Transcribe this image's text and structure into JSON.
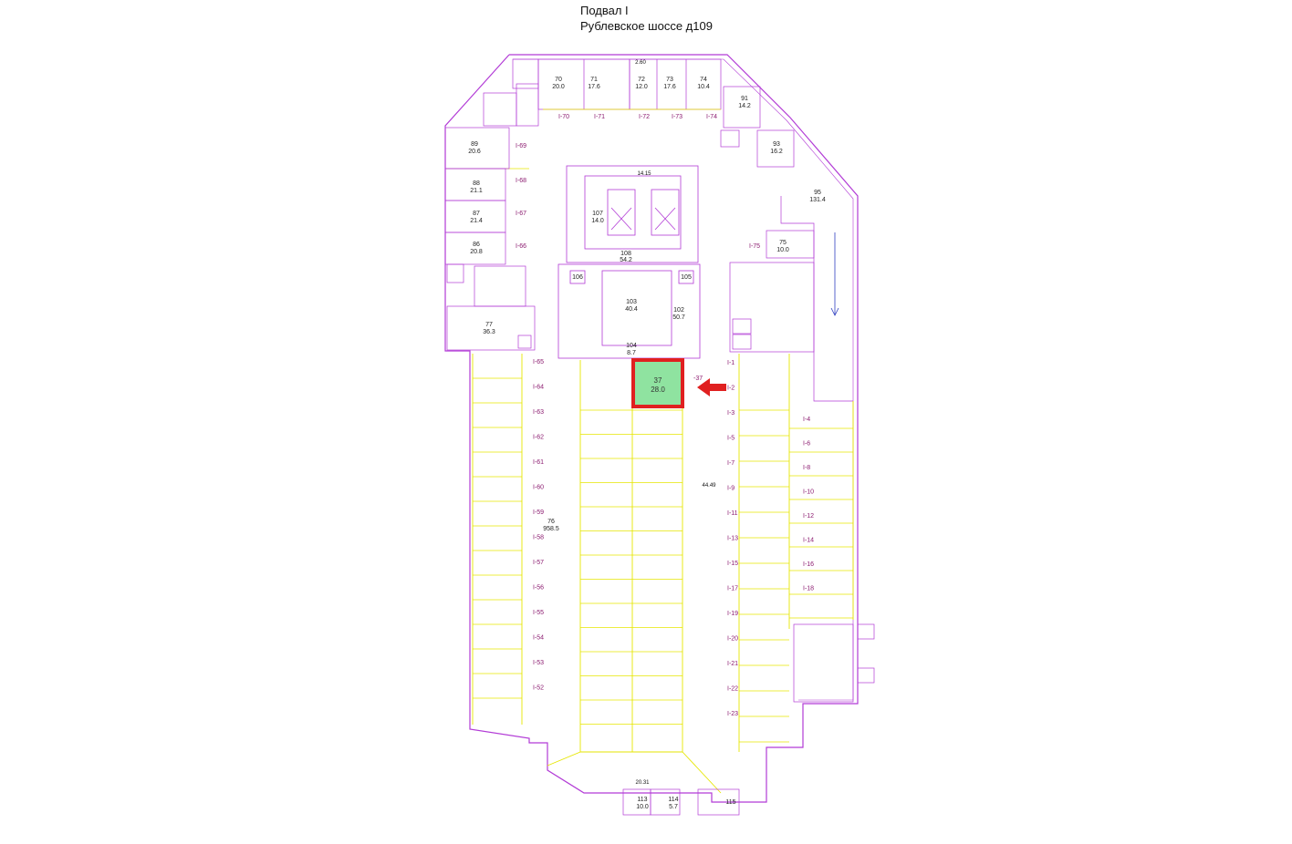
{
  "header": {
    "title": "Подвал I",
    "address": "Рублевское шоссе д109"
  },
  "colors": {
    "wall": "#b23bd6",
    "grid": "#e6e600",
    "highlight_fill": "#8fe3a0",
    "highlight_border": "#e02020",
    "arrow": "#e02020",
    "text": "#222222"
  },
  "highlight": {
    "number": "37",
    "area": "28.0"
  },
  "core": {
    "r107": {
      "number": "107",
      "area": "14.0"
    },
    "r108": {
      "number": "108",
      "area": "54.2"
    },
    "r103": {
      "number": "103",
      "area": "40.4"
    },
    "r104": {
      "number": "104",
      "area": "8.7"
    },
    "r102": {
      "number": "102",
      "area": "50.7"
    },
    "r105": {
      "number": "105"
    },
    "r106": {
      "number": "106"
    }
  },
  "top_rooms": {
    "r70": {
      "number": "70",
      "area": "20.0"
    },
    "r71": {
      "number": "71",
      "area": "17.6"
    },
    "r72": {
      "number": "72",
      "area": "12.0"
    },
    "r73": {
      "number": "73",
      "area": "17.6"
    },
    "r74": {
      "number": "74",
      "area": "10.4"
    },
    "r91": {
      "number": "91",
      "area": "14.2"
    },
    "r93": {
      "number": "93",
      "area": "16.2"
    },
    "r95": {
      "number": "95",
      "area": "131.4"
    },
    "r75": {
      "number": "75",
      "area": "10.0"
    }
  },
  "left_rooms": {
    "r89": {
      "number": "89",
      "area": "20.6"
    },
    "r88": {
      "number": "88",
      "area": "21.1"
    },
    "r87": {
      "number": "87",
      "area": "21.4"
    },
    "r86": {
      "number": "86",
      "area": "20.8"
    },
    "r77": {
      "number": "77",
      "area": "36.3"
    },
    "r76": {
      "number": "76",
      "area": "958.5"
    }
  },
  "grid_labels": [
    "I-70",
    "I-71",
    "I-72",
    "I-73",
    "I-74",
    "I-69",
    "I-68",
    "I-67",
    "I-66",
    "I-65",
    "I-64",
    "I-63",
    "I-62",
    "I-61",
    "I-60",
    "I-59",
    "I-58",
    "I-57",
    "I-56",
    "I-55",
    "I-54",
    "I-53",
    "I-52",
    "I-1",
    "I-2",
    "I-3",
    "I-5",
    "I-7",
    "I-9",
    "I-11",
    "I-13",
    "I-15",
    "I-17",
    "I-19",
    "I-20",
    "I-21",
    "I-22",
    "I-23",
    "I-4",
    "I-6",
    "I-8",
    "I-10",
    "I-12",
    "I-14",
    "I-16",
    "I-18",
    "I-75",
    "-37"
  ],
  "bottom_rooms": {
    "r113": {
      "number": "113",
      "area": "10.0"
    },
    "r114": {
      "number": "114",
      "area": "5.7"
    },
    "r115": {
      "number": "115"
    }
  },
  "dimensions": {
    "top": "2.60",
    "core_width": "14.15",
    "bottom": "20.31",
    "right": "44.49"
  }
}
